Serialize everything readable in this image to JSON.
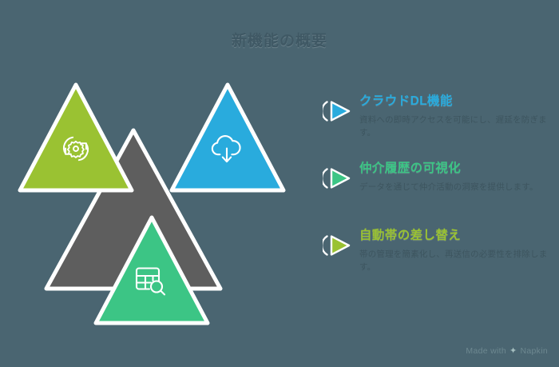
{
  "page": {
    "title": "新機能の概要",
    "background_color": "#4a6571"
  },
  "diagram": {
    "name": "triangle-cluster",
    "triangles": [
      {
        "id": "top-left",
        "color": "#9ac232",
        "icon": "settings-sync-icon",
        "has_icon": true
      },
      {
        "id": "top-right",
        "color": "#29abdd",
        "icon": "cloud-download-icon",
        "has_icon": true
      },
      {
        "id": "center",
        "color": "#5e5e5e",
        "icon": "",
        "has_icon": false
      },
      {
        "id": "bottom",
        "color": "#3cc585",
        "icon": "table-search-icon",
        "has_icon": true
      }
    ]
  },
  "features": [
    {
      "marker_icon": "play-triangle-icon",
      "marker_color": "#29abdd",
      "heading": "クラウドDL機能",
      "body": "資料への即時アクセスを可能にし、遅延を防ぎます。"
    },
    {
      "marker_icon": "play-triangle-icon",
      "marker_color": "#3cc585",
      "heading": "仲介履歴の可視化",
      "body": "データを通じて仲介活動の洞察を提供します。"
    },
    {
      "marker_icon": "play-triangle-icon",
      "marker_color": "#9ac232",
      "heading": "自動帯の差し替え",
      "body": "帯の管理を簡素化し、再送信の必要性を排除します。"
    }
  ],
  "watermark": {
    "prefix": "Made with",
    "mark": "✦",
    "brand": "Napkin"
  }
}
